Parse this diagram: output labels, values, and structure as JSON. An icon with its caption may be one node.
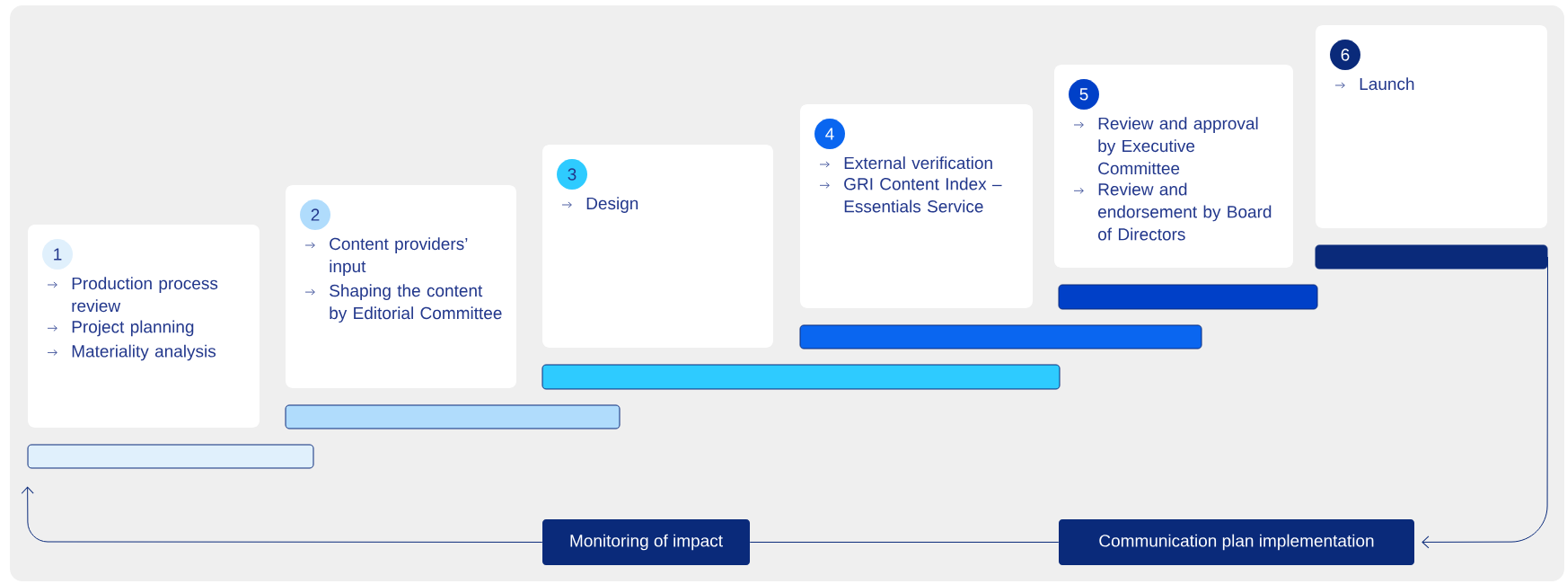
{
  "diagram": {
    "nodes": [
      {
        "text": [
          "1",
          "Production process review",
          "Project planning",
          "Materiality analysis"
        ]
      },
      {
        "text": [
          "2",
          "Content providers’ input",
          "Shaping the content by Editorial Committee"
        ]
      },
      {
        "text": [
          "3",
          "Design"
        ]
      },
      {
        "text": [
          "4",
          "External verification",
          "GRI Content Index – Essentials Service"
        ]
      },
      {
        "text": [
          "5",
          "Review and approval by Executive Committee",
          "Review and endorsement by Board of Directors"
        ]
      },
      {
        "text": [
          "6",
          "Launch"
        ]
      },
      {
        "text": [],
        "shape": "bar"
      },
      {
        "text": [],
        "shape": "bar"
      },
      {
        "text": [],
        "shape": "bar"
      },
      {
        "text": [],
        "shape": "bar"
      },
      {
        "text": [],
        "shape": "bar"
      },
      {
        "text": [],
        "shape": "bar"
      },
      {
        "text": [
          "Monitoring of impact"
        ]
      },
      {
        "text": [
          "Communication plan implementation"
        ]
      }
    ],
    "edges": [
      {
        "from": 11,
        "to": 13,
        "arrow": "to"
      },
      {
        "from": 13,
        "to": 12,
        "arrow": "none"
      },
      {
        "from": 12,
        "to": 6,
        "arrow": "to"
      }
    ]
  }
}
